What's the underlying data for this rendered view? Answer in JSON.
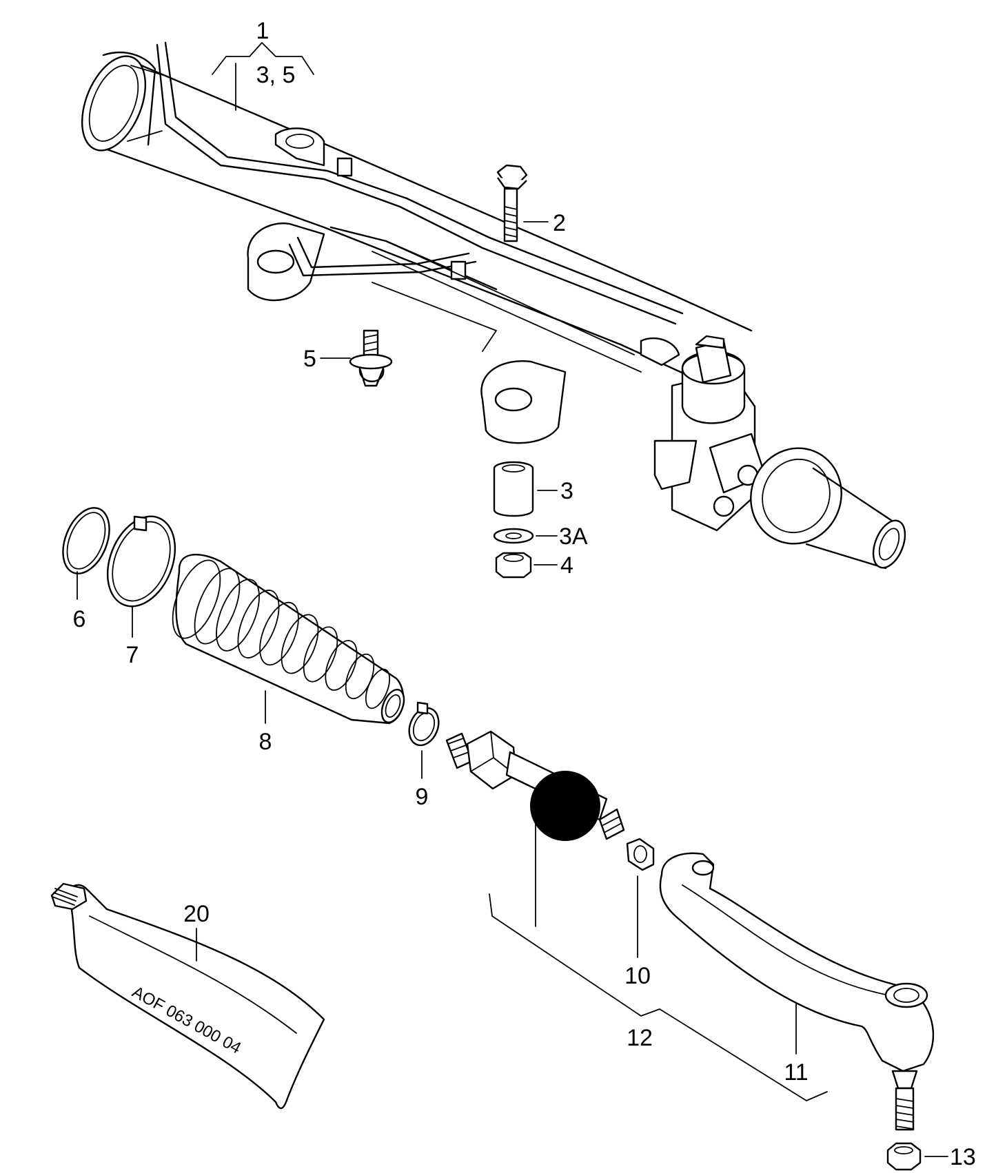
{
  "callouts": {
    "c1": "1",
    "c1_sub": "3, 5",
    "c2": "2",
    "c3": "3",
    "c3a": "3A",
    "c4": "4",
    "c5": "5",
    "c6": "6",
    "c7": "7",
    "c8": "8",
    "c9": "9",
    "c10": "10",
    "c11": "11",
    "c12": "12",
    "c13": "13",
    "c20": "20"
  },
  "tube_marking": "AOF 063 000 04"
}
